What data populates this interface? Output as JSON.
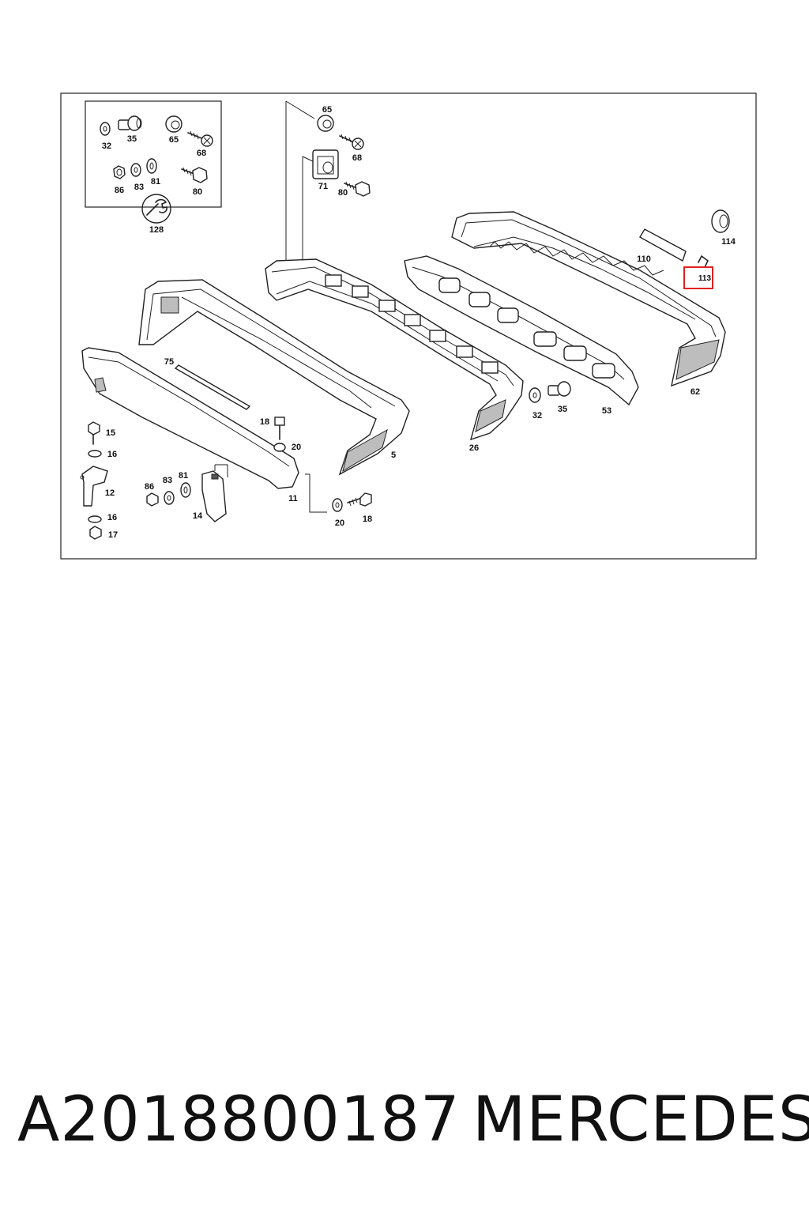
{
  "diagram": {
    "highlight_color": "#e02020",
    "labels": {
      "inset_32": "32",
      "inset_35": "35",
      "inset_65": "65",
      "inset_68": "68",
      "inset_86": "86",
      "inset_83": "83",
      "inset_81": "81",
      "inset_80": "80",
      "inset_128": "128",
      "p65": "65",
      "p68": "68",
      "p71": "71",
      "p80": "80",
      "p114": "114",
      "p110": "110",
      "p113": "113",
      "p75": "75",
      "p5": "5",
      "p26": "26",
      "p32": "32",
      "p35": "35",
      "p53": "53",
      "p62": "62",
      "p15": "15",
      "p16a": "16",
      "p12": "12",
      "p16b": "16",
      "p17": "17",
      "p18a": "18",
      "p20a": "20",
      "p86": "86",
      "p83": "83",
      "p81": "81",
      "p14": "14",
      "p11": "11",
      "p20b": "20",
      "p18b": "18"
    }
  },
  "caption": {
    "part_number": "A2018800187",
    "brand": "MERCEDES"
  }
}
